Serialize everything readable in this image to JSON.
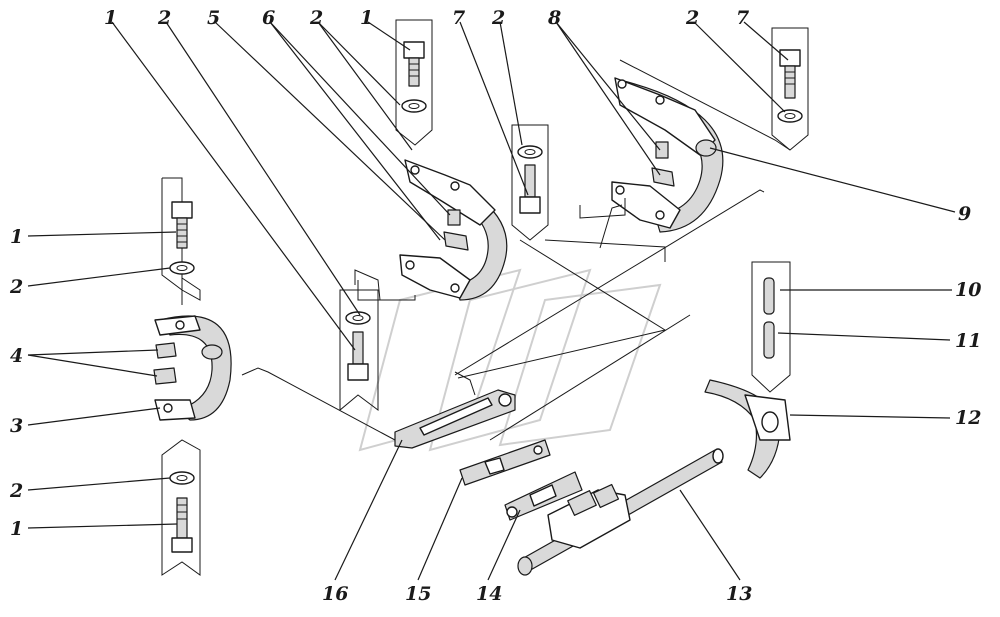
{
  "callouts": [
    {
      "id": "c1a",
      "label": "1"
    },
    {
      "id": "c2a",
      "label": "2"
    },
    {
      "id": "c5",
      "label": "5"
    },
    {
      "id": "c6",
      "label": "6"
    },
    {
      "id": "c2b",
      "label": "2"
    },
    {
      "id": "c1b",
      "label": "1"
    },
    {
      "id": "c7a",
      "label": "7"
    },
    {
      "id": "c2c",
      "label": "2"
    },
    {
      "id": "c8",
      "label": "8"
    },
    {
      "id": "c2d",
      "label": "2"
    },
    {
      "id": "c7b",
      "label": "7"
    },
    {
      "id": "c9",
      "label": "9"
    },
    {
      "id": "c10",
      "label": "10"
    },
    {
      "id": "c11",
      "label": "11"
    },
    {
      "id": "c12",
      "label": "12"
    },
    {
      "id": "c1c",
      "label": "1"
    },
    {
      "id": "c2e",
      "label": "2"
    },
    {
      "id": "c4",
      "label": "4"
    },
    {
      "id": "c3",
      "label": "3"
    },
    {
      "id": "c2f",
      "label": "2"
    },
    {
      "id": "c1d",
      "label": "1"
    },
    {
      "id": "c16",
      "label": "16"
    },
    {
      "id": "c15",
      "label": "15"
    },
    {
      "id": "c14",
      "label": "14"
    },
    {
      "id": "c13",
      "label": "13"
    }
  ]
}
